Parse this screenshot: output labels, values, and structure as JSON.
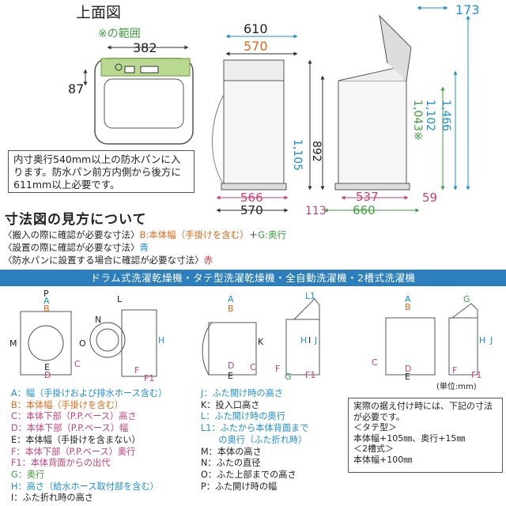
{
  "top_view": {
    "title": "上面図",
    "range_label": "※の範囲",
    "dim_width": "382",
    "dim_depth": "87"
  },
  "front_view": {
    "dim_top_total": "610",
    "dim_top_body": "570",
    "dim_height_total": "1,105",
    "dim_height_body": "892",
    "dim_bottom_base": "566",
    "dim_bottom_body": "570"
  },
  "side_view": {
    "dim_lid_depth": "173",
    "dim_h_range": "1,043※",
    "dim_h_body": "1,102",
    "dim_h_open": "1,466",
    "dim_base": "537",
    "dim_total_depth": "660",
    "dim_front": "113",
    "dim_back": "59"
  },
  "note_pan": "内寸奥行540mm以上の防水パンに入ります。防水パン前方内側から後方に611mm以上必要です。",
  "how_to": {
    "title": "寸法図の見方について",
    "line1": {
      "prefix": "〈搬入の際に確認が必要な寸法〉",
      "b": "B:本体幅（手掛けを含む）",
      "plus": "＋",
      "g": "G:奥行"
    },
    "line2": {
      "prefix": "〈設置の際に確認が必要な寸法〉",
      "color": "青"
    },
    "line3": {
      "prefix": "〈防水パンに設置する場合に確認が必要な寸法〉",
      "color": "赤"
    }
  },
  "banner": "ドラム式洗濯乾燥機・タテ型洗濯乾燥機・全自動洗濯機・2槽式洗濯機",
  "unit": "(単位:mm)",
  "legend_left": [
    {
      "text": "A：幅（手掛けおよび排水ホース含む）",
      "color": "blue"
    },
    {
      "text": "B：本体幅（手掛けを含む）",
      "color": "orange"
    },
    {
      "text": "C：本体下部（P.P.ベース）高さ",
      "color": "pink"
    },
    {
      "text": "D：本体下部（P.P.ベース）幅",
      "color": "pink"
    },
    {
      "text": "E：本体幅（手掛けを含まない）",
      "color": "dark"
    },
    {
      "text": "F：本体下部（P.P.ベース）奥行",
      "color": "pink"
    },
    {
      "text": "F1：本体背面からの出代",
      "color": "pink"
    },
    {
      "text": "G：奥行",
      "color": "green"
    },
    {
      "text": "H：高さ（給水ホース取付部を含む）",
      "color": "blue"
    },
    {
      "text": "I：ふた折れ時の高さ",
      "color": "dark"
    }
  ],
  "legend_right": [
    {
      "text": "J：ふた開け時の高さ",
      "color": "blue"
    },
    {
      "text": "K：投入口高さ",
      "color": "dark"
    },
    {
      "text": "L：ふた開け時の奥行",
      "color": "blue"
    },
    {
      "text": "L1：ふたから本体背面まで",
      "color": "blue"
    },
    {
      "text": "　　の奥行（ふた折れ時）",
      "color": "blue"
    },
    {
      "text": "M：本体の高さ",
      "color": "dark"
    },
    {
      "text": "N：ふたの直径",
      "color": "dark"
    },
    {
      "text": "O：ふた上部までの高さ",
      "color": "dark"
    },
    {
      "text": "P：ふた開け時の幅",
      "color": "dark"
    }
  ],
  "note_box": "実際の据え付け時には、下記の寸法が必要です。\n＜タテ型＞\n本体幅+105㎜、奥行+15㎜\n＜2槽式＞\n本体幅+100㎜",
  "diagram_labels": {
    "d1": [
      "P",
      "A",
      "B",
      "M",
      "E",
      "D",
      "C"
    ],
    "d2": [
      "N",
      "O"
    ],
    "d3": [
      "L",
      "H",
      "F",
      "F1"
    ],
    "d4": [
      "A",
      "B",
      "K",
      "C",
      "D",
      "E"
    ],
    "d5": [
      "L1",
      "H",
      "I",
      "J",
      "F",
      "G",
      "F1"
    ],
    "d6": [
      "A",
      "B",
      "C",
      "D",
      "E"
    ],
    "d7": [
      "G",
      "H",
      "J",
      "F",
      "F1"
    ]
  },
  "colors": {
    "blue": "#1e8fd6",
    "orange": "#e06a1a",
    "pink": "#c6407a",
    "green": "#3f9e3f",
    "dark": "#222222",
    "banner": "#2c7ebc"
  }
}
